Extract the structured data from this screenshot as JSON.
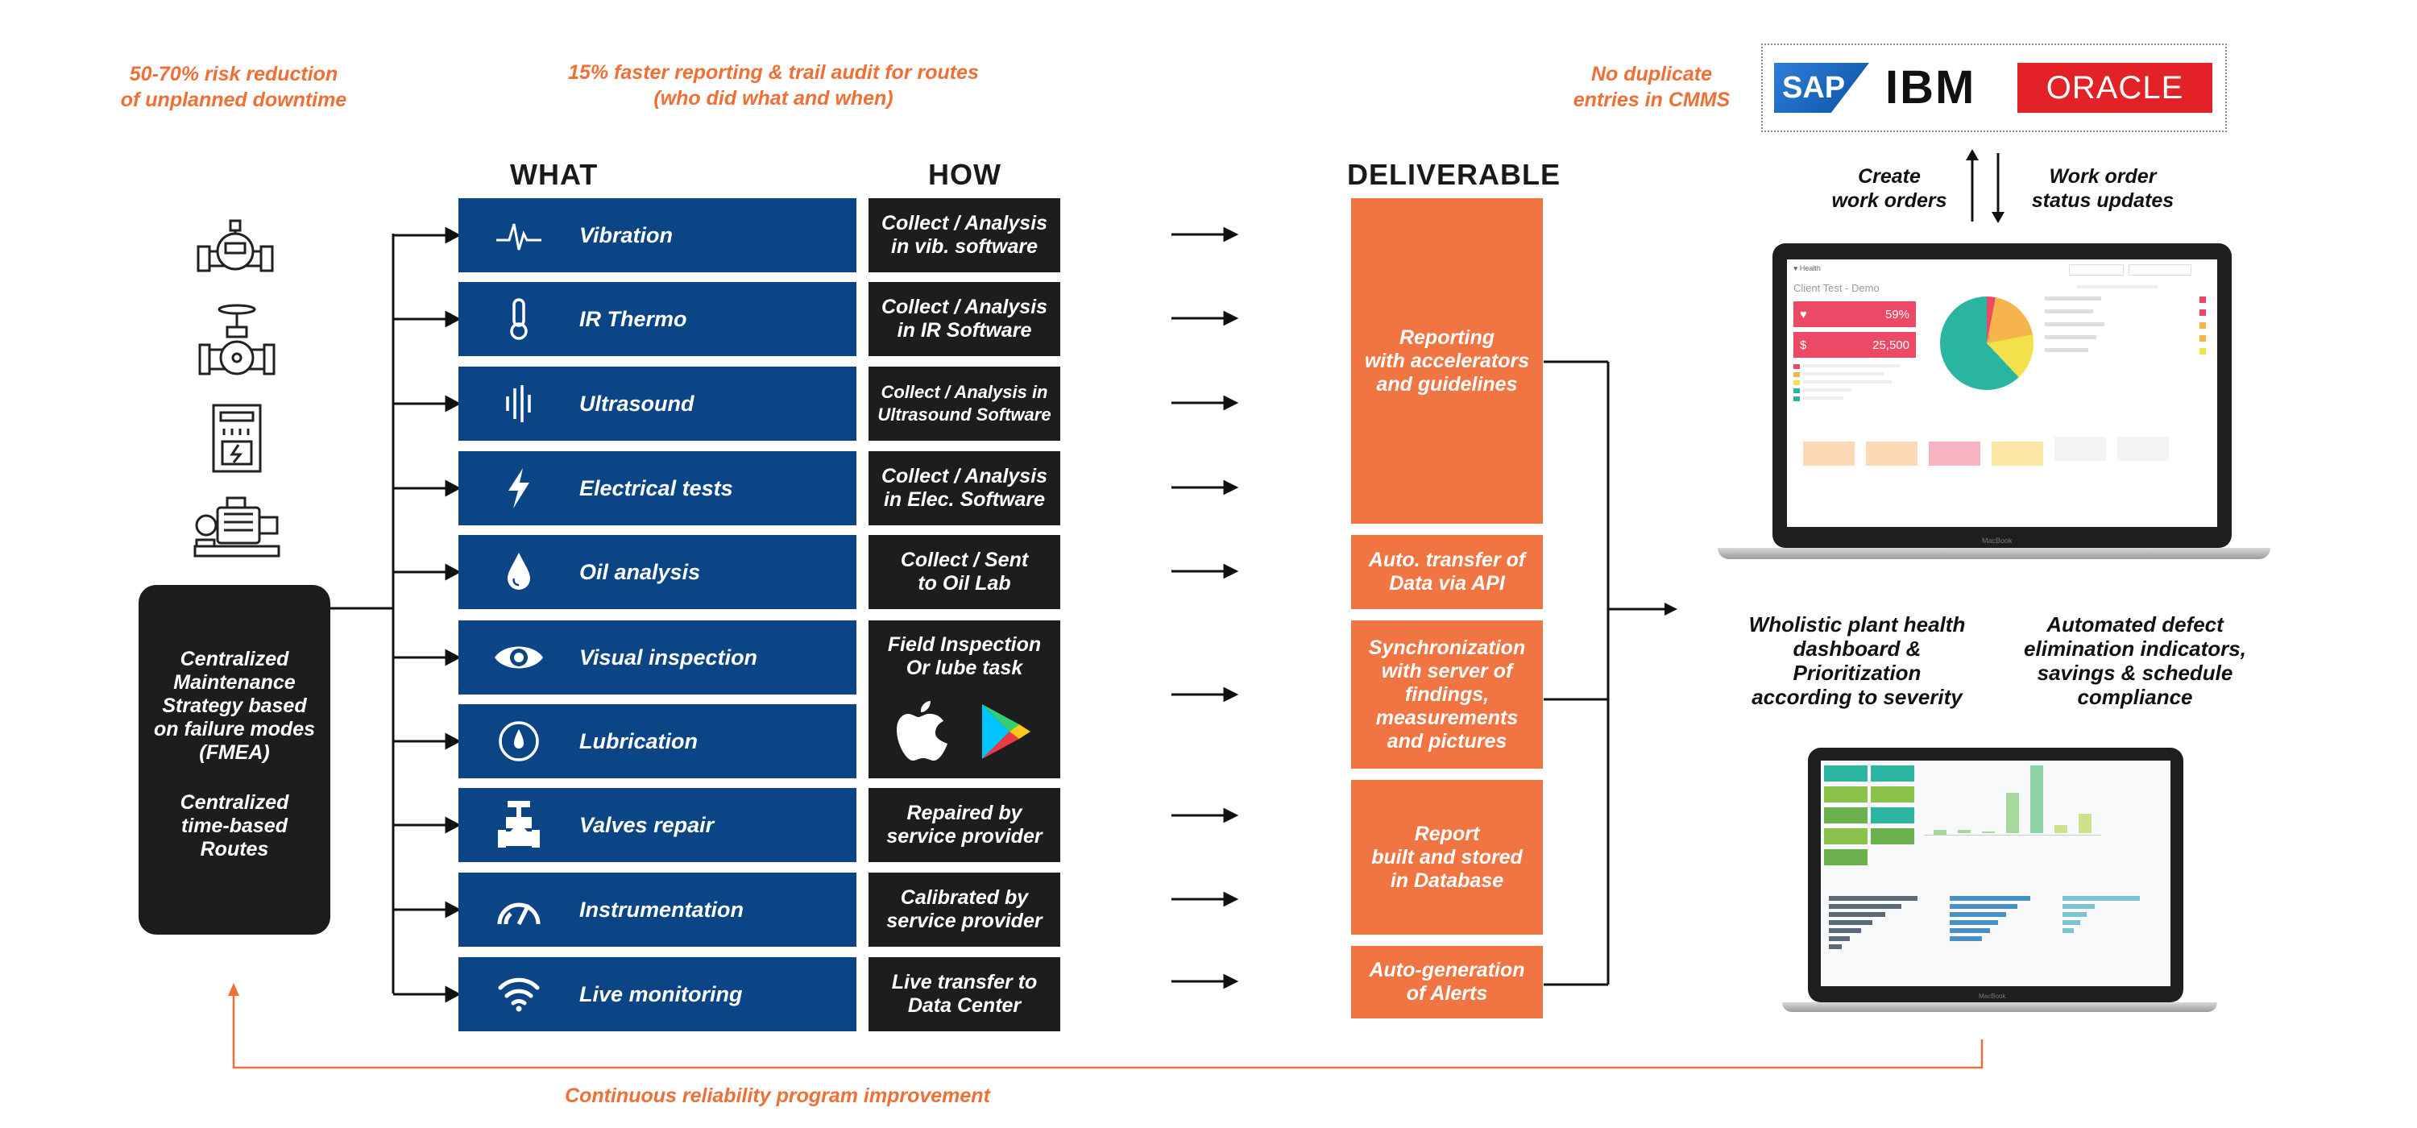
{
  "notes": {
    "risk": "50-70% risk reduction\nof unplanned downtime",
    "reporting": "15% faster reporting & trail audit for routes\n(who did what and when)",
    "duplicate": "No duplicate\nentries in CMMS",
    "continuous": "Continuous reliability program improvement"
  },
  "headers": {
    "what": "WHAT",
    "how": "HOW",
    "deliverable": "DELIVERABLE"
  },
  "what_items": [
    {
      "label": "Vibration",
      "icon": "vibration-icon"
    },
    {
      "label": "IR Thermo",
      "icon": "thermometer-icon"
    },
    {
      "label": "Ultrasound",
      "icon": "ultrasound-icon"
    },
    {
      "label": "Electrical tests",
      "icon": "lightning-icon"
    },
    {
      "label": "Oil analysis",
      "icon": "oil-drop-icon"
    },
    {
      "label": "Visual inspection",
      "icon": "eye-icon"
    },
    {
      "label": "Lubrication",
      "icon": "lubrication-icon"
    },
    {
      "label": "Valves repair",
      "icon": "valve-icon"
    },
    {
      "label": "Instrumentation",
      "icon": "gauge-icon"
    },
    {
      "label": "Live monitoring",
      "icon": "wifi-icon"
    }
  ],
  "how_items": [
    "Collect / Analysis\nin vib. software",
    "Collect / Analysis\nin IR Software",
    "Collect / Analysis in\nUltrasound Software",
    "Collect / Analysis\nin Elec. Software",
    "Collect / Sent\nto Oil Lab",
    "Field Inspection\nOr lube task",
    "Repaired by\nservice provider",
    "Calibrated by\nservice provider",
    "Live transfer to\nData Center"
  ],
  "deliverables": [
    "Reporting\nwith accelerators\nand guidelines",
    "Auto. transfer of\nData via API",
    "Synchronization\nwith server of\nfindings,\nmeasurements\nand pictures",
    "Report\nbuilt and stored\nin Database",
    "Auto-generation\nof Alerts"
  ],
  "central": {
    "strategy": "Centralized\nMaintenance\nStrategy based\non failure modes\n(FMEA)",
    "routes": "Centralized\ntime-based\nRoutes"
  },
  "logos": [
    "SAP",
    "IBM",
    "ORACLE"
  ],
  "cmms_labels": {
    "create": "Create\nwork orders",
    "status": "Work order\nstatus updates"
  },
  "outcomes": {
    "wholistic": "Wholistic plant health\ndashboard &\nPrioritization\naccording to severity",
    "automated": "Automated defect\nelimination indicators,\nsavings & schedule\ncompliance"
  },
  "dashboard": {
    "title": "Client Test - Demo",
    "stat1": "59%",
    "stat2": "25,500",
    "brand": "MacBook"
  },
  "colors": {
    "accent_orange": "#f07542",
    "note_orange": "#ee7036",
    "what_blue": "#0b4586",
    "how_black": "#1d1d1d"
  }
}
